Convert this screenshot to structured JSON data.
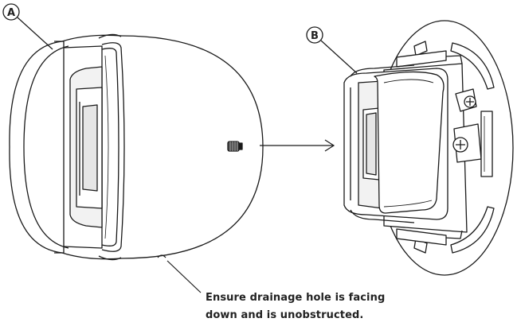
{
  "callouts": {
    "a": "A",
    "b": "B"
  },
  "caption": {
    "line1": "Ensure drainage hole is facing",
    "line2": "down and is unobstructed."
  },
  "colors": {
    "line": "#1a1a1a",
    "shade": "#d9d9d9",
    "dark_shade": "#4a4a4a",
    "background": "#ffffff"
  }
}
